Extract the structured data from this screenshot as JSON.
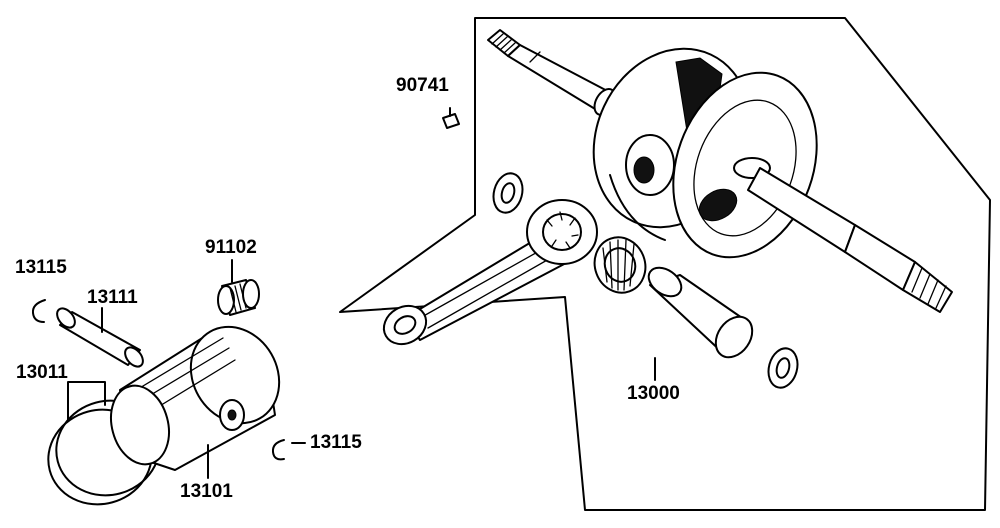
{
  "parts": [
    {
      "id": "label-90741",
      "number": "90741",
      "depicts": "key"
    },
    {
      "id": "label-91102",
      "number": "91102",
      "depicts": "needle-bearing"
    },
    {
      "id": "label-13115-left",
      "number": "13115",
      "depicts": "circlip"
    },
    {
      "id": "label-13111",
      "number": "13111",
      "depicts": "piston-pin"
    },
    {
      "id": "label-13011",
      "number": "13011",
      "depicts": "piston-ring-set"
    },
    {
      "id": "label-13101",
      "number": "13101",
      "depicts": "piston"
    },
    {
      "id": "label-13115-right",
      "number": "13115",
      "depicts": "circlip"
    },
    {
      "id": "label-13000",
      "number": "13000",
      "depicts": "crankshaft-assembly"
    }
  ]
}
